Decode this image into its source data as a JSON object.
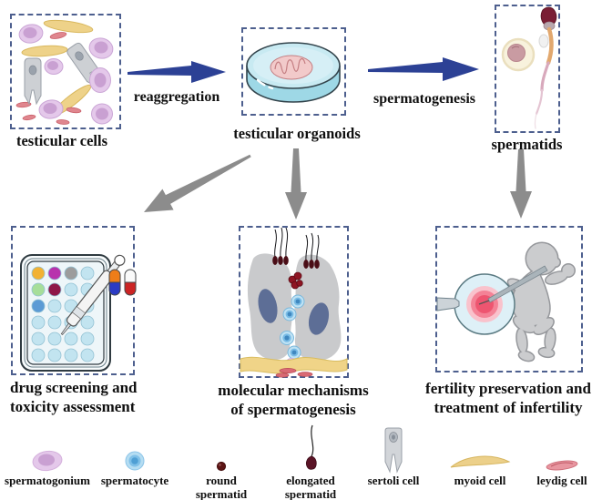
{
  "nodes": {
    "testicular_cells": "testicular cells",
    "testicular_organoids": "testicular organoids",
    "spermatids": "spermatids",
    "drug_screening": "drug screening and\ntoxicity assessment",
    "molecular_mechanisms": "molecular mechanisms\nof spermatogenesis",
    "fertility": "fertility preservation and\ntreatment of infertility"
  },
  "arrows": {
    "reaggregation": "reaggregation",
    "spermatogenesis": "spermatogenesis"
  },
  "legend": {
    "items": [
      {
        "icon": "spermatogonium-icon",
        "label": "spermatogonium"
      },
      {
        "icon": "spermatocyte-icon",
        "label": "spermatocyte"
      },
      {
        "icon": "round-spermatid-icon",
        "label": "round\nspermatid"
      },
      {
        "icon": "elongated-spermatid-icon",
        "label": "elongated\nspermatid"
      },
      {
        "icon": "sertoli-cell-icon",
        "label": "sertoli cell"
      },
      {
        "icon": "myoid-cell-icon",
        "label": "myoid cell"
      },
      {
        "icon": "leydig-cell-icon",
        "label": "leydig cell"
      }
    ]
  },
  "colors": {
    "dashed_border": "#4d5f8e",
    "arrow_blue": "#2c4195",
    "arrow_gray": "#8c8c8c",
    "text": "#0f0f0f",
    "spermatogonium": "#c9a0d2",
    "spermatocyte": "#7fc0e8",
    "round_spermatid": "#5c1515",
    "elongated_spermatid_head": "#7a1f35",
    "sertoli_cell": "#cdd0d4",
    "myoid_cell": "#ecd08a",
    "leydig_cell": "#e896a0",
    "dish": "#c8eaf2",
    "organoid": "#f2caca",
    "egg": "#def0f7",
    "egg_core": "#ee5570"
  }
}
